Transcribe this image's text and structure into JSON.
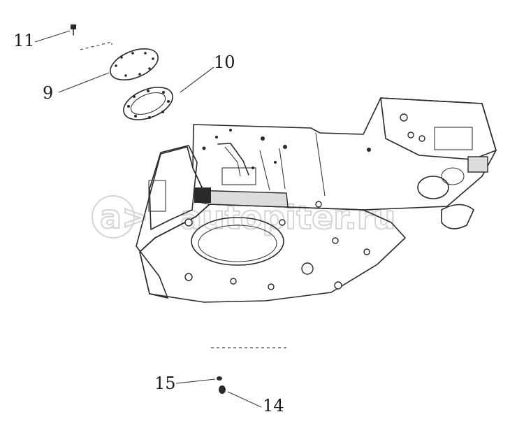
{
  "watermark": {
    "text": "autopiter.ru",
    "prefix": "a>"
  },
  "callouts": {
    "c11": "11",
    "c9": "9",
    "c10": "10",
    "c15": "15",
    "c14": "14"
  }
}
